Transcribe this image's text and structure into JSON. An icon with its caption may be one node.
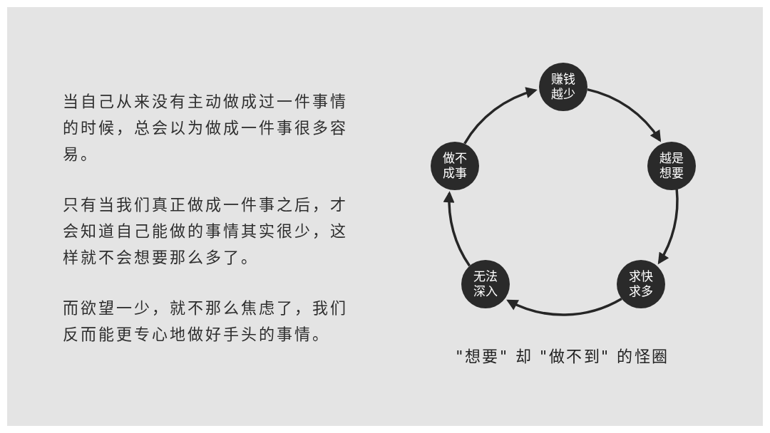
{
  "diagram": {
    "caption": "\"想要\" 却 \"做不到\" 的怪圈",
    "nodes": [
      {
        "text": [
          "赚钱越少"
        ]
      },
      {
        "text": [
          "越是想要"
        ]
      },
      {
        "text": [
          "求快求多"
        ]
      },
      {
        "text": [
          "无法深入"
        ]
      },
      {
        "text": [
          "做不成事"
        ]
      }
    ],
    "edges": [
      {
        "from": 0,
        "to": 1,
        "arrow": "to"
      },
      {
        "from": 1,
        "to": 2,
        "arrow": "to"
      },
      {
        "from": 2,
        "to": 3,
        "arrow": "to"
      },
      {
        "from": 3,
        "to": 4,
        "arrow": "to"
      },
      {
        "from": 4,
        "to": 0,
        "arrow": "to"
      }
    ],
    "labels": [
      "当自己从来没有主动做成过一件事情的时候，总会以为做成一件事很多容易。",
      "只有当我们真正做成一件事之后，才会知道自己能做的事情其实很少，这样就不会想要那么多了。",
      "而欲望一少，就不那么焦虑了，我们反而能更专心地做好手头的事情。"
    ]
  }
}
